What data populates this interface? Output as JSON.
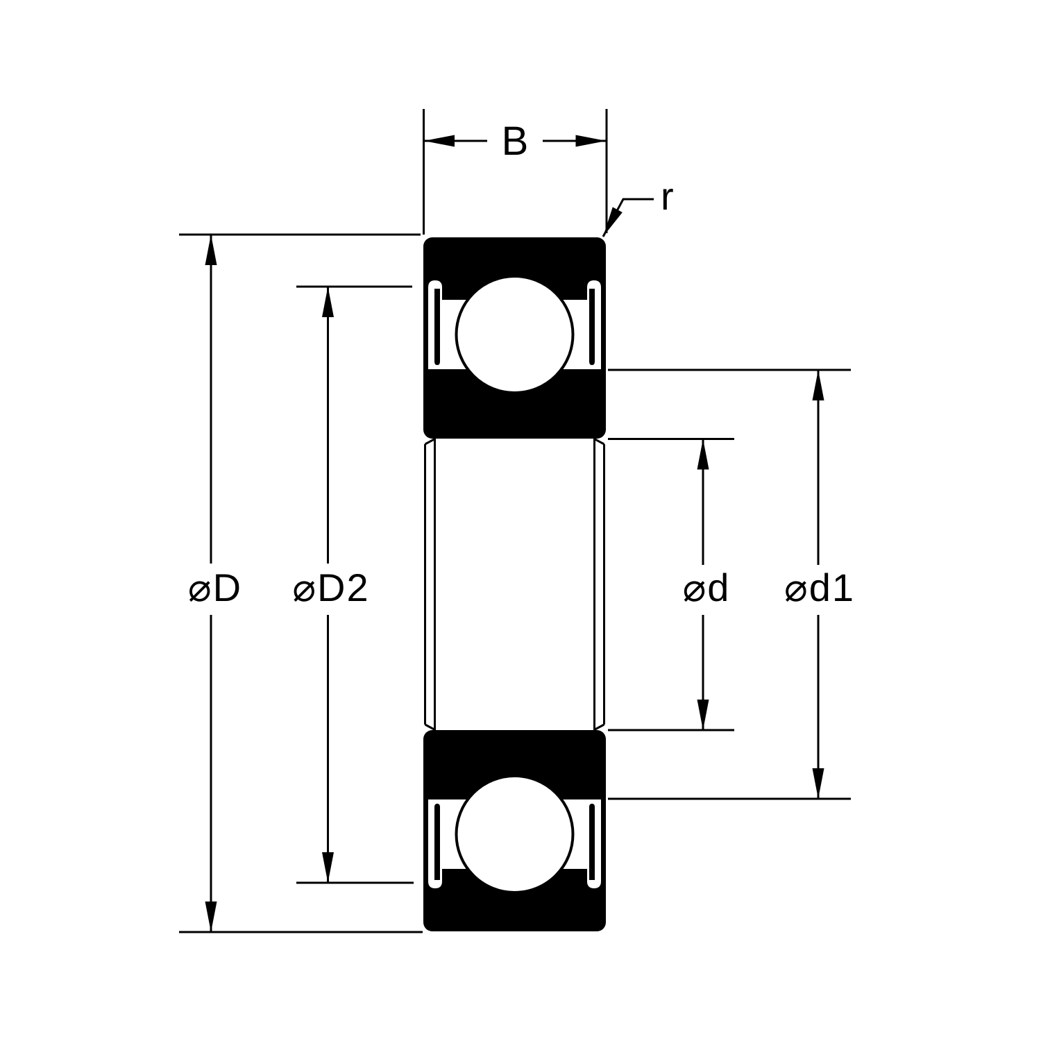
{
  "drawing": {
    "subject": "deep-groove-ball-bearing-cross-section",
    "labels": {
      "width": "B",
      "corner_radius": "r",
      "outer_diameter": "⌀D",
      "outer_shoulder_diameter": "⌀D2",
      "bore_diameter": "⌀d",
      "inner_shoulder_diameter": "⌀d1"
    },
    "colors": {
      "ink": "#000000",
      "paper": "#ffffff"
    }
  }
}
